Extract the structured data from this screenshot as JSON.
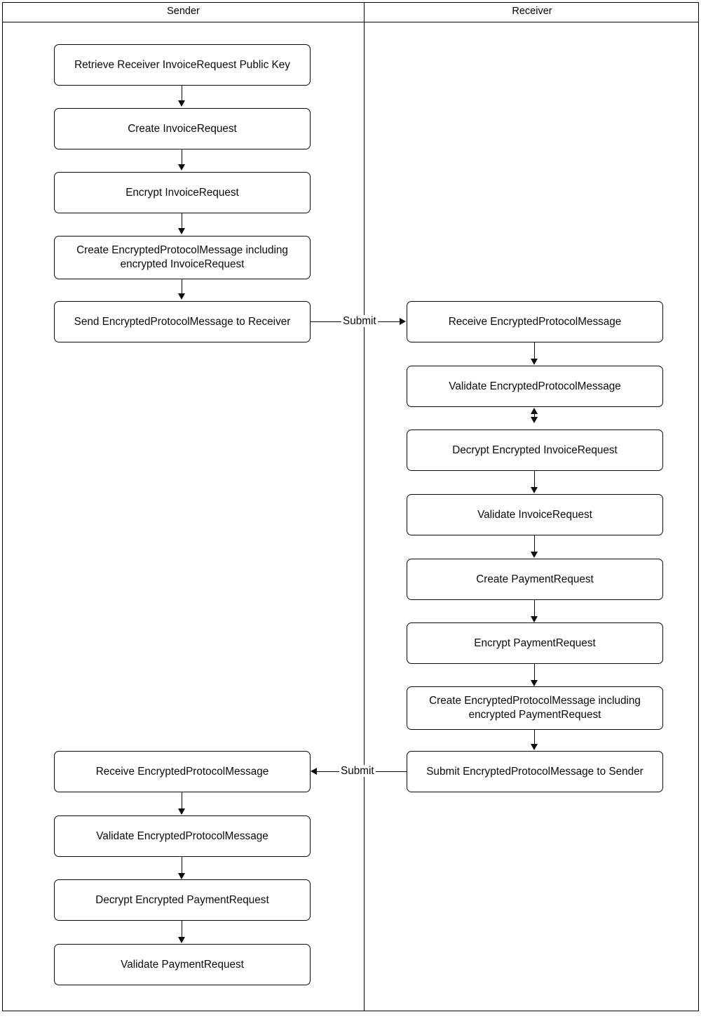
{
  "diagram": {
    "type": "swimlane-flowchart",
    "lanes": [
      {
        "id": "sender",
        "title": "Sender"
      },
      {
        "id": "receiver",
        "title": "Receiver"
      }
    ],
    "nodes": {
      "s1": "Retrieve Receiver InvoiceRequest Public Key",
      "s2": "Create InvoiceRequest",
      "s3": "Encrypt InvoiceRequest",
      "s4": "Create EncryptedProtocolMessage including encrypted InvoiceRequest",
      "s5": "Send EncryptedProtocolMessage to Receiver",
      "r1": "Receive EncryptedProtocolMessage",
      "r2": "Validate EncryptedProtocolMessage",
      "r3": "Decrypt Encrypted InvoiceRequest",
      "r4": "Validate InvoiceRequest",
      "r5": "Create PaymentRequest",
      "r6": "Encrypt PaymentRequest",
      "r7": "Create EncryptedProtocolMessage including encrypted PaymentRequest",
      "r8": "Submit EncryptedProtocolMessage to Sender",
      "s6": "Receive EncryptedProtocolMessage",
      "s7": "Validate EncryptedProtocolMessage",
      "s8": "Decrypt Encrypted PaymentRequest",
      "s9": "Validate PaymentRequest"
    },
    "edge_labels": {
      "submit_to_receiver": "Submit",
      "submit_to_sender": "Submit"
    },
    "colors": {
      "stroke": "#0a0a0a",
      "fill": "#ffffff",
      "frame": "#000000"
    }
  }
}
